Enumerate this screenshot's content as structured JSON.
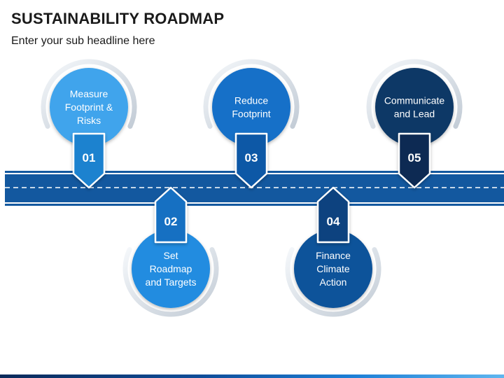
{
  "header": {
    "title": "SUSTAINABILITY ROADMAP",
    "subtitle": "Enter your sub headline here"
  },
  "roadmap": {
    "steps": [
      {
        "number": "01",
        "lines": [
          "Measure",
          "Footprint &",
          "Risks"
        ],
        "position": "above",
        "color": "#3fa4ec",
        "dark": "#1c82cf"
      },
      {
        "number": "02",
        "lines": [
          "Set",
          "Roadmap",
          "and Targets"
        ],
        "position": "below",
        "color": "#248ce0",
        "dark": "#1670c2"
      },
      {
        "number": "03",
        "lines": [
          "Reduce",
          "Footprint"
        ],
        "position": "above",
        "color": "#1570c8",
        "dark": "#0e58a6"
      },
      {
        "number": "04",
        "lines": [
          "Finance",
          "Climate",
          "Action"
        ],
        "position": "below",
        "color": "#11539a",
        "dark": "#0c437f"
      },
      {
        "number": "05",
        "lines": [
          "Communicate",
          "and Lead"
        ],
        "position": "above",
        "color": "#0d3766",
        "dark": "#0a2b52"
      }
    ],
    "road_color": "#13589f",
    "ring_color": "#cfd8e2"
  }
}
